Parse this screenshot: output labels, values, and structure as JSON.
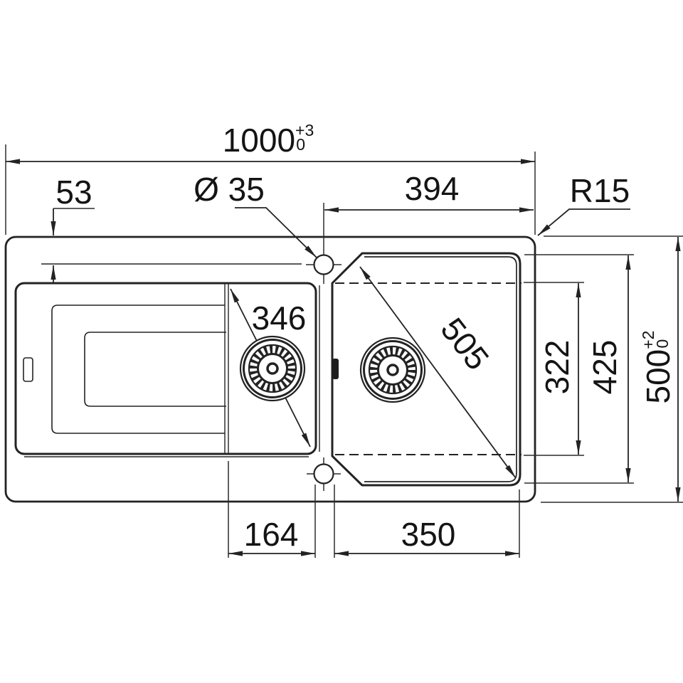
{
  "drawing": {
    "description": "Kitchen sink technical dimension drawing, top view",
    "colors": {
      "line": "#232323",
      "text": "#141414",
      "background": "#ffffff"
    },
    "dimensions": {
      "overall_width": {
        "value": "1000",
        "tol_plus": "+3",
        "tol_minus": "0"
      },
      "overall_depth": {
        "value": "500",
        "tol_plus": "+2",
        "tol_minus": "0"
      },
      "rim_offset": {
        "value": "53"
      },
      "tap_hole_diameter": {
        "value": "Ø 35"
      },
      "tap_hole_to_edge": {
        "value": "394"
      },
      "corner_radius": {
        "value": "R15"
      },
      "small_bowl_diagonal": {
        "value": "346"
      },
      "main_bowl_diagonal": {
        "value": "505"
      },
      "main_bowl_inner_depth": {
        "value": "322"
      },
      "main_bowl_outer_depth": {
        "value": "425"
      },
      "hole_span_left": {
        "value": "164"
      },
      "main_bowl_bottom_width": {
        "value": "350"
      }
    }
  }
}
